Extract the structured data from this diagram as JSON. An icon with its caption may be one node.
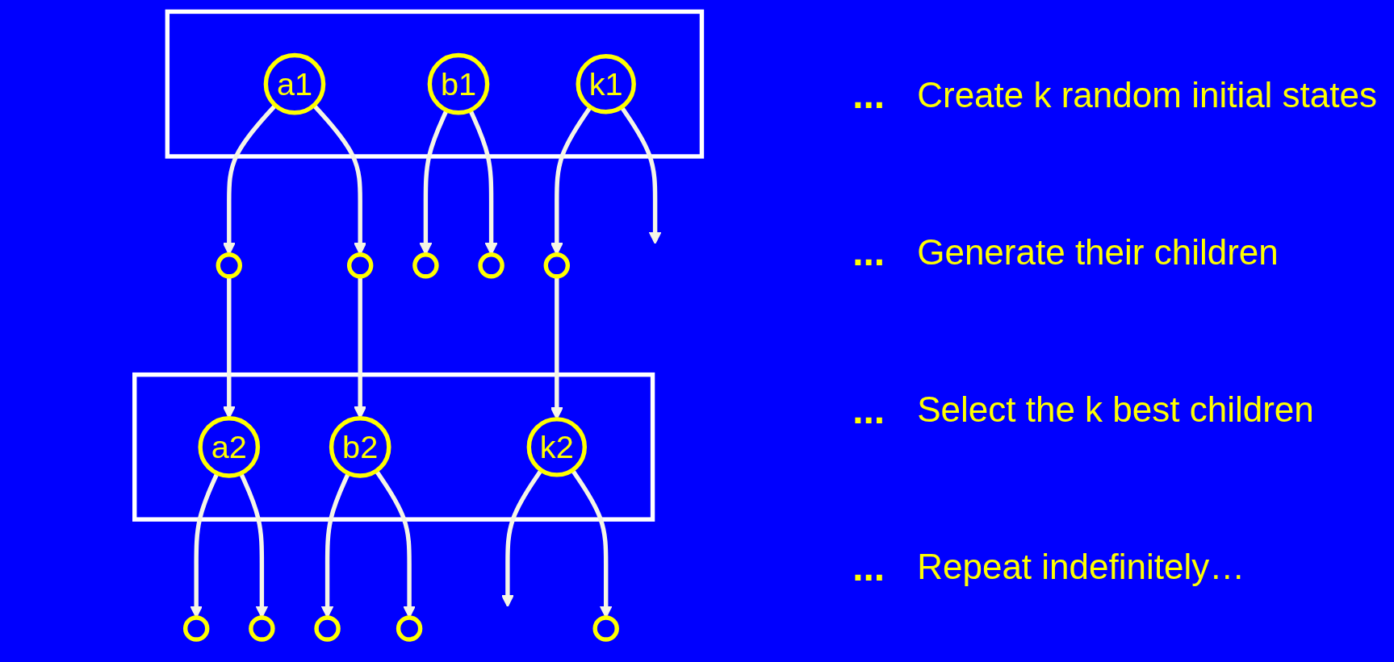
{
  "diagram": {
    "nodes": [
      {
        "text": [],
        "shape": "box"
      },
      {
        "text": [
          "a1"
        ],
        "in": 0
      },
      {
        "text": [
          "b1"
        ],
        "in": 0
      },
      {
        "text": [
          "k1"
        ],
        "in": 0
      },
      {
        "text": [],
        "shape": "circle"
      },
      {
        "text": [],
        "shape": "circle"
      },
      {
        "text": [],
        "shape": "circle"
      },
      {
        "text": [],
        "shape": "circle"
      },
      {
        "text": [],
        "shape": "circle"
      },
      {
        "text": [],
        "shape": "box"
      },
      {
        "text": [
          "a2"
        ],
        "in": 9
      },
      {
        "text": [
          "b2"
        ],
        "in": 9
      },
      {
        "text": [
          "k2"
        ],
        "in": 9
      },
      {
        "text": [],
        "shape": "circle"
      },
      {
        "text": [],
        "shape": "circle"
      },
      {
        "text": [],
        "shape": "circle"
      },
      {
        "text": [],
        "shape": "circle"
      },
      {
        "text": [],
        "shape": "circle"
      }
    ],
    "edges": [
      {
        "from": 1,
        "to": 4,
        "arrow": "to"
      },
      {
        "from": 1,
        "to": 5,
        "arrow": "to"
      },
      {
        "from": 2,
        "to": 6,
        "arrow": "to"
      },
      {
        "from": 2,
        "to": 7,
        "arrow": "to"
      },
      {
        "from": 3,
        "to": null,
        "arrow": "to"
      },
      {
        "from": 3,
        "to": 8,
        "arrow": "to"
      },
      {
        "from": 4,
        "to": 10,
        "arrow": "to"
      },
      {
        "from": 5,
        "to": 11,
        "arrow": "to"
      },
      {
        "from": 8,
        "to": 12,
        "arrow": "to"
      },
      {
        "from": 10,
        "to": 13,
        "arrow": "to"
      },
      {
        "from": 10,
        "to": 14,
        "arrow": "to"
      },
      {
        "from": 11,
        "to": 15,
        "arrow": "to"
      },
      {
        "from": 11,
        "to": 16,
        "arrow": "to"
      },
      {
        "from": 12,
        "to": null,
        "arrow": "to"
      },
      {
        "from": 12,
        "to": 17,
        "arrow": "to"
      }
    ],
    "labels": [
      "...",
      "Create k random initial states",
      "...",
      "Generate their children",
      "...",
      "Select the k best children",
      "...",
      "Repeat indefinitely…"
    ]
  }
}
